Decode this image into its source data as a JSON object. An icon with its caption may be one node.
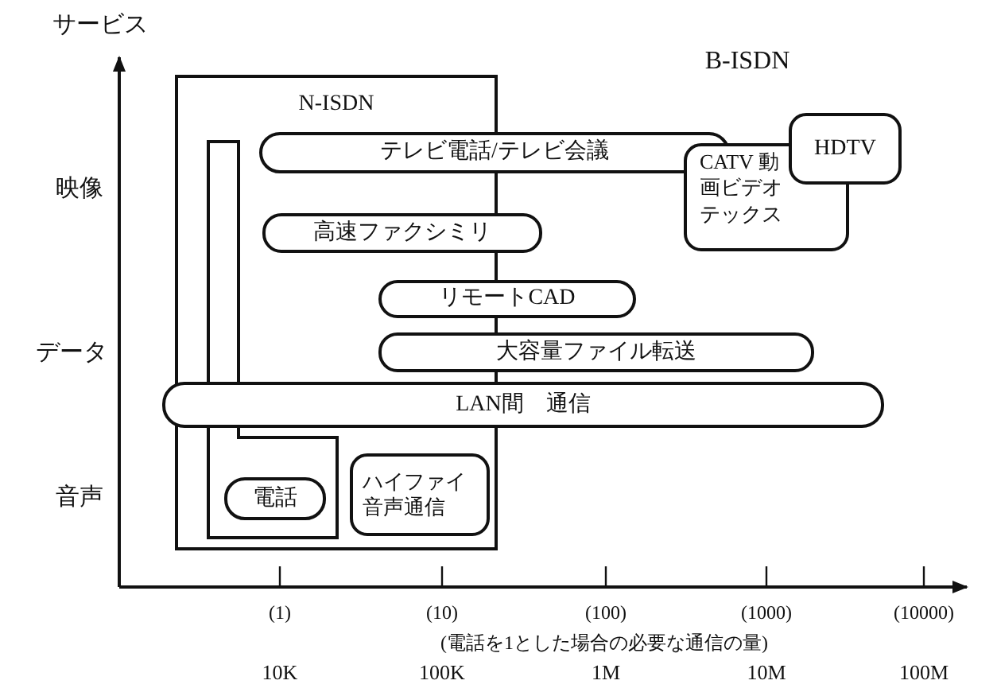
{
  "diagram": {
    "nodes": [
      {
        "text": [
          "N-ISDN"
        ]
      },
      {
        "text": [],
        "shape": "box",
        "in": 0
      },
      {
        "text": [
          "テレビ電話/テレビ会議"
        ]
      },
      {
        "text": [
          "CATV 動画ビデオテックス"
        ]
      },
      {
        "text": [
          "HDTV"
        ]
      },
      {
        "text": [
          "高速ファクシミリ"
        ]
      },
      {
        "text": [
          "リモートCAD"
        ]
      },
      {
        "text": [
          "大容量ファイル転送"
        ]
      },
      {
        "text": [
          "LAN間　通信"
        ]
      },
      {
        "text": [
          "電話"
        ],
        "in": 1
      },
      {
        "text": [
          "ハイファイ音声通信"
        ],
        "in": 0
      }
    ],
    "edges": [],
    "labels": [
      "サービス",
      "B-ISDN",
      "映像",
      "データ",
      "音声",
      "(1)",
      "(10)",
      "(100)",
      "(1000)",
      "(10000)",
      "(電話を1とした場合の必要な通信の量)",
      "10K",
      "100K",
      "1M",
      "10M",
      "100M"
    ]
  }
}
